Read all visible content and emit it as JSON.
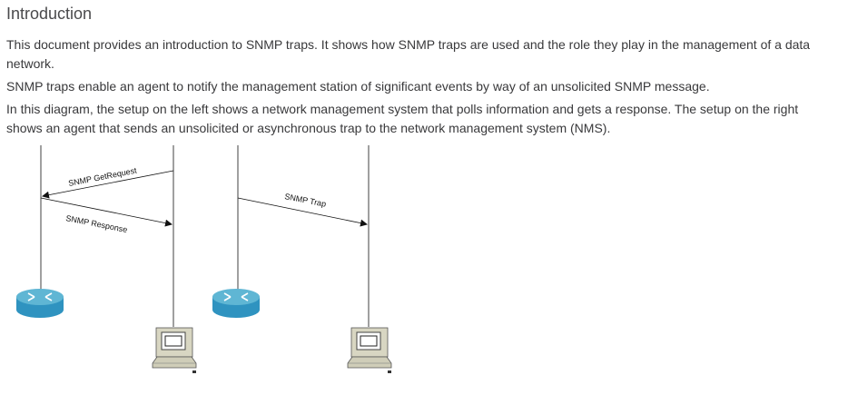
{
  "section": {
    "heading": "Introduction",
    "paragraphs": [
      "This document provides an introduction to SNMP traps. It shows how SNMP traps are used and the role they play in the management of a data network.",
      "SNMP traps enable an agent to notify the management station of significant events by way of an unsolicited SNMP message.",
      "In this diagram, the setup on the left shows a network management system that polls information and gets a response. The setup on the right shows an agent that sends an unsolicited or asynchronous trap to the network management system (NMS)."
    ]
  },
  "diagram": {
    "left": {
      "request_label": "SNMP GetRequest",
      "response_label": "SNMP Response"
    },
    "right": {
      "trap_label": "SNMP Trap"
    },
    "colors": {
      "router_top": "#5fb6d4",
      "router_body": "#2f93c0",
      "computer": "#d8d6c2"
    },
    "icons": [
      "router-icon",
      "computer-icon"
    ]
  }
}
